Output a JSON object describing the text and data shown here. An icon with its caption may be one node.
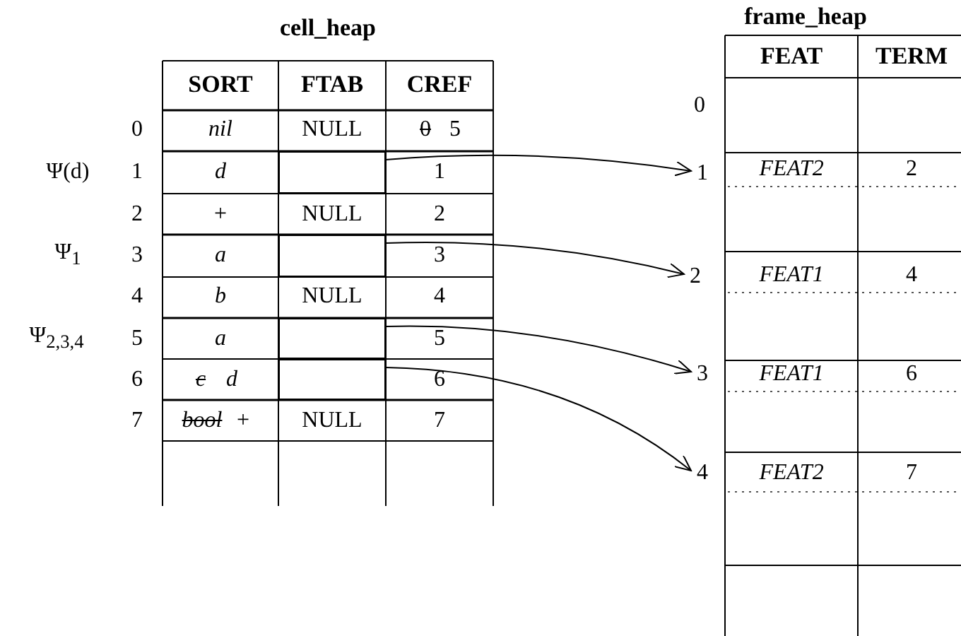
{
  "diagram": {
    "nodes": [
      {
        "text": [],
        "shape": "box"
      },
      {
        "text": [],
        "shape": "box"
      },
      {
        "text": [],
        "shape": "box"
      },
      {
        "text": [],
        "shape": "box"
      },
      {
        "text": [
          "1"
        ]
      },
      {
        "text": [
          "2"
        ]
      },
      {
        "text": [
          "3"
        ]
      },
      {
        "text": [
          "4"
        ]
      }
    ],
    "edges": [
      {
        "from": 0,
        "to": 4,
        "arrow": "to"
      },
      {
        "from": 1,
        "to": 5,
        "arrow": "to"
      },
      {
        "from": 2,
        "to": 6,
        "arrow": "to"
      },
      {
        "from": 3,
        "to": 7,
        "arrow": "to"
      }
    ],
    "labels": [
      "cell_heap",
      "SORT",
      "FTAB",
      "CREF",
      "0",
      "nil",
      "NULL",
      "0",
      "5",
      "Ψ(d)",
      "1",
      "d",
      "1",
      "2",
      "+",
      "NULL",
      "2",
      "Ψ$_{1}$",
      "3",
      "a",
      "3",
      "4",
      "b",
      "NULL",
      "4",
      "Ψ$_{2,3,4}$",
      "5",
      "a",
      "5",
      "6",
      "c",
      "d",
      "6",
      "7",
      "bool",
      "+",
      "NULL",
      "7",
      "frame_heap",
      "FEAT",
      "TERM",
      "0",
      "FEAT2",
      "2",
      "FEAT1",
      "4",
      "FEAT1",
      "6",
      "FEAT2",
      "7"
    ]
  }
}
